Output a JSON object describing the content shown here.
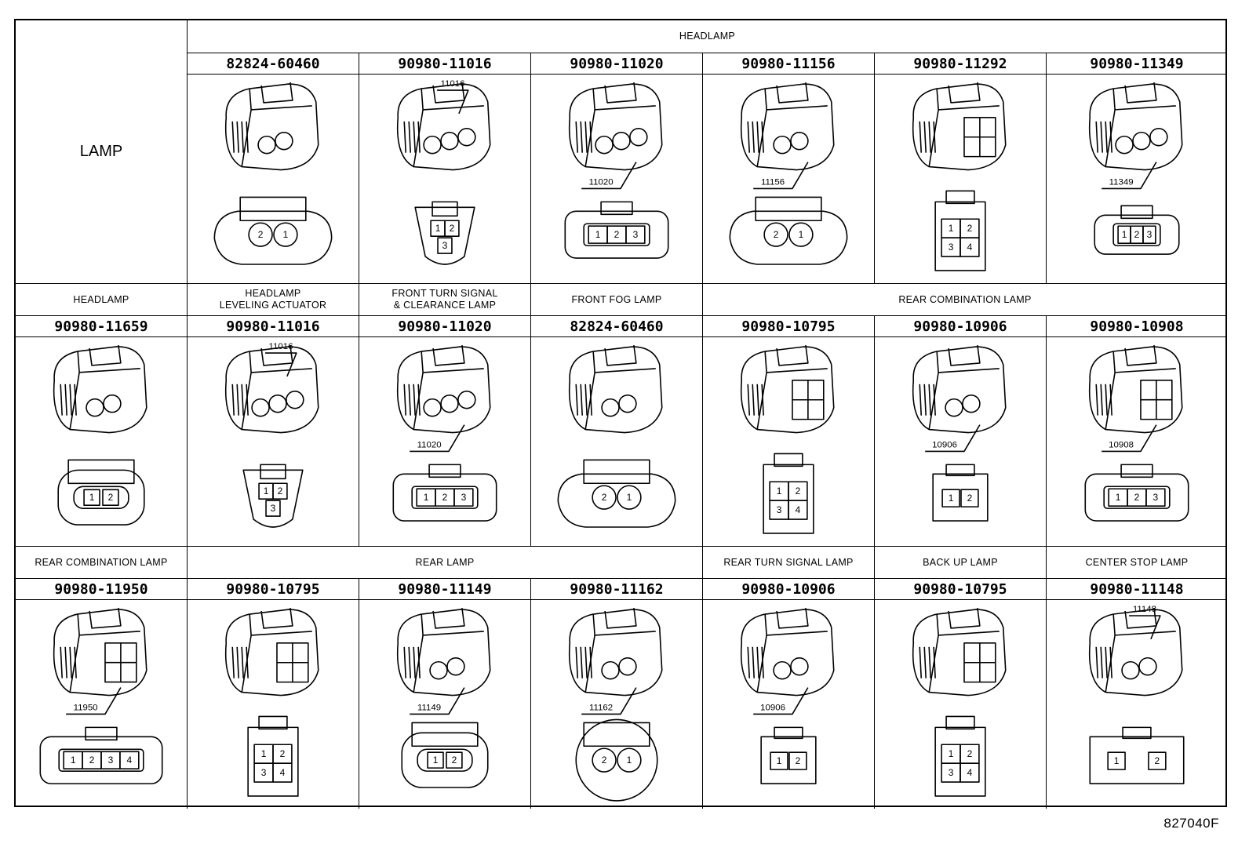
{
  "title_cell": "LAMP",
  "figure_id": "827040F",
  "rows": [
    {
      "groups": [
        {
          "label": "HEADLAMP",
          "start": 1,
          "span": 6
        }
      ],
      "connectors": [
        {
          "part": "82824-60460",
          "callout": "",
          "pins": [
            "2",
            "1"
          ],
          "style": "oval2"
        },
        {
          "part": "90980-11016",
          "callout": "11016",
          "pins": [
            "1",
            "2",
            "3"
          ],
          "style": "tri3"
        },
        {
          "part": "90980-11020",
          "callout": "11020",
          "pins": [
            "1",
            "2",
            "3"
          ],
          "style": "rect3"
        },
        {
          "part": "90980-11156",
          "callout": "11156",
          "pins": [
            "2",
            "1"
          ],
          "style": "oval2"
        },
        {
          "part": "90980-11292",
          "callout": "",
          "pins": [
            "1",
            "2",
            "3",
            "4"
          ],
          "style": "sq4"
        },
        {
          "part": "90980-11349",
          "callout": "11349",
          "pins": [
            "1",
            "2",
            "3"
          ],
          "style": "slim3"
        }
      ]
    },
    {
      "groups": [
        {
          "label": "HEADLAMP",
          "start": 0,
          "span": 1
        },
        {
          "label": "HEADLAMP\nLEVELING ACTUATOR",
          "start": 1,
          "span": 1
        },
        {
          "label": "FRONT TURN SIGNAL\n& CLEARANCE LAMP",
          "start": 2,
          "span": 1
        },
        {
          "label": "FRONT FOG LAMP",
          "start": 3,
          "span": 1
        },
        {
          "label": "REAR COMBINATION LAMP",
          "start": 4,
          "span": 3
        }
      ],
      "connectors": [
        {
          "part": "90980-11659",
          "callout": "",
          "pins": [
            "1",
            "2"
          ],
          "style": "clip2"
        },
        {
          "part": "90980-11016",
          "callout": "11016",
          "pins": [
            "1",
            "2",
            "3"
          ],
          "style": "tri3"
        },
        {
          "part": "90980-11020",
          "callout": "11020",
          "pins": [
            "1",
            "2",
            "3"
          ],
          "style": "rect3"
        },
        {
          "part": "82824-60460",
          "callout": "",
          "pins": [
            "2",
            "1"
          ],
          "style": "oval2"
        },
        {
          "part": "90980-10795",
          "callout": "",
          "pins": [
            "1",
            "2",
            "3",
            "4"
          ],
          "style": "sq4"
        },
        {
          "part": "90980-10906",
          "callout": "10906",
          "pins": [
            "1",
            "2"
          ],
          "style": "box2"
        },
        {
          "part": "90980-10908",
          "callout": "10908",
          "pins": [
            "1",
            "2",
            "3"
          ],
          "style": "box3"
        }
      ]
    },
    {
      "groups": [
        {
          "label": "REAR COMBINATION LAMP",
          "start": 0,
          "span": 1
        },
        {
          "label": "REAR LAMP",
          "start": 1,
          "span": 3
        },
        {
          "label": "REAR TURN SIGNAL LAMP",
          "start": 4,
          "span": 1
        },
        {
          "label": "BACK UP LAMP",
          "start": 5,
          "span": 1
        },
        {
          "label": "CENTER STOP LAMP",
          "start": 6,
          "span": 1
        }
      ],
      "connectors": [
        {
          "part": "90980-11950",
          "callout": "11950",
          "pins": [
            "1",
            "2",
            "3",
            "4"
          ],
          "style": "row4"
        },
        {
          "part": "90980-10795",
          "callout": "",
          "pins": [
            "1",
            "2",
            "3",
            "4"
          ],
          "style": "sq4"
        },
        {
          "part": "90980-11149",
          "callout": "11149",
          "pins": [
            "1",
            "2"
          ],
          "style": "oval2b"
        },
        {
          "part": "90980-11162",
          "callout": "11162",
          "pins": [
            "2",
            "1"
          ],
          "style": "round2"
        },
        {
          "part": "90980-10906",
          "callout": "10906",
          "pins": [
            "1",
            "2"
          ],
          "style": "box2"
        },
        {
          "part": "90980-10795",
          "callout": "",
          "pins": [
            "1",
            "2",
            "3",
            "4"
          ],
          "style": "sq4"
        },
        {
          "part": "90980-11148",
          "callout": "11148",
          "pins": [
            "1",
            "2"
          ],
          "style": "wide2"
        }
      ]
    }
  ]
}
